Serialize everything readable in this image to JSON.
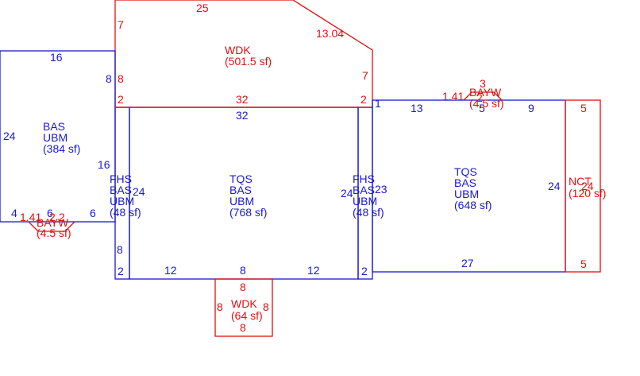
{
  "colors": {
    "living": "#1a1acc",
    "exterior": "#dd1111"
  },
  "areas": {
    "wdk_top": {
      "code": "WDK",
      "size": "(501.5 sf)"
    },
    "bas_left": {
      "code1": "BAS",
      "code2": "UBM",
      "size": "(384 sf)"
    },
    "fhs_left": {
      "code1": "FHS",
      "code2": "BAS",
      "code3": "UBM",
      "size": "(48 sf)"
    },
    "tqs_center": {
      "code1": "TQS",
      "code2": "BAS",
      "code3": "UBM",
      "size": "(768 sf)"
    },
    "fhs_right": {
      "code1": "FHS",
      "code2": "BAS",
      "code3": "UBM",
      "size": "(48 sf)"
    },
    "tqs_right": {
      "code1": "TQS",
      "code2": "BAS",
      "code3": "UBM",
      "size": "(648 sf)"
    },
    "nct_right": {
      "code": "NCT",
      "size": "(120 sf)"
    },
    "wdk_bottom": {
      "code": "WDK",
      "size": "(64 sf)"
    },
    "bayw_left": {
      "code": "BAYW",
      "size": "(4.5 sf)"
    },
    "bayw_right": {
      "code": "BAYW",
      "size": "(4.5 sf)"
    }
  },
  "dimensions": {
    "wdk_top": [
      "25",
      "13.04",
      "7",
      "8",
      "2",
      "7",
      "2",
      "32"
    ],
    "bas_left": [
      "16",
      "8",
      "24",
      "16",
      "4",
      "6",
      "6"
    ],
    "tqs_center": [
      "32",
      "12",
      "8",
      "12"
    ],
    "fhs_left": [
      "24",
      "8",
      "2"
    ],
    "fhs_right": [
      "24",
      "23",
      "2",
      "1"
    ],
    "tqs_right": [
      "13",
      "9",
      "5",
      "24",
      "27"
    ],
    "nct_right": [
      "5",
      "5",
      "24"
    ],
    "wdk_bottom": [
      "8",
      "8",
      "8",
      "8"
    ],
    "bayw_left": [
      "1.41",
      "2",
      "2"
    ],
    "bayw_right": [
      "1.41",
      "3",
      "2"
    ]
  }
}
